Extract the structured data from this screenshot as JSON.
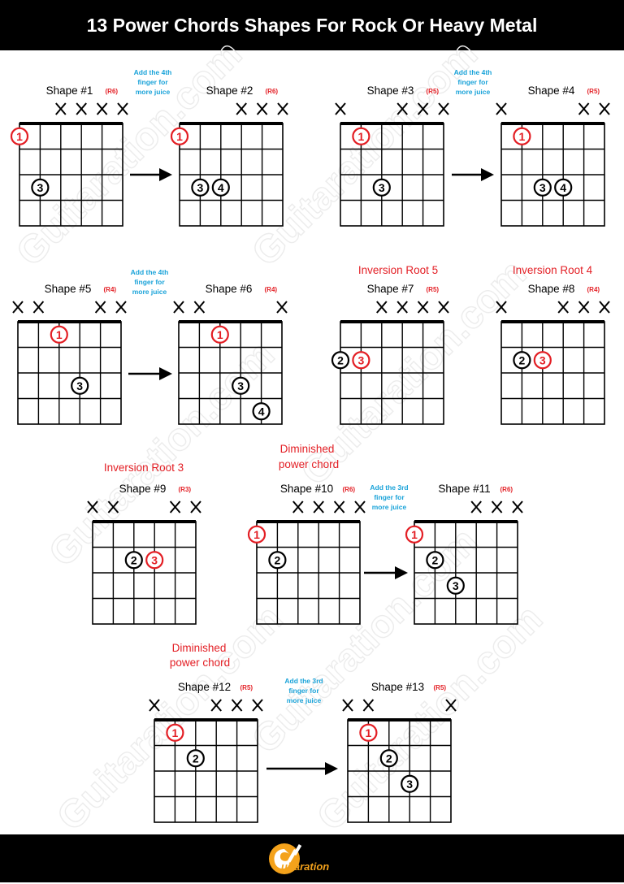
{
  "title": "13 Power Chords Shapes For Rock Or Heavy Metal",
  "watermark_text": "Guitaration.com",
  "logo": {
    "text": "uitaration",
    "name": "guitar-logo-icon"
  },
  "colors": {
    "red": "#e31e24",
    "blue": "#1aa3d9",
    "black": "#000000",
    "orange": "#f4a21b"
  },
  "notes": {
    "add4": [
      "Add the 4th",
      "finger for",
      "more juice"
    ],
    "add3": [
      "Add the 3rd",
      "finger for",
      "more juice"
    ]
  },
  "labels": {
    "inv5": "Inversion Root 5",
    "inv4": "Inversion Root 4",
    "inv3": "Inversion Root 3",
    "dim": [
      "Diminished",
      "power chord"
    ]
  },
  "shapes": [
    {
      "name": "Shape #1",
      "root": "(R6)",
      "mutes": [
        2,
        3,
        4,
        5
      ],
      "dots": [
        {
          "s": 0,
          "f": 1,
          "n": "1",
          "c": "red"
        },
        {
          "s": 1,
          "f": 3,
          "n": "3",
          "c": "black"
        }
      ]
    },
    {
      "name": "Shape #2",
      "root": "(R6)",
      "mutes": [
        3,
        4,
        5
      ],
      "dots": [
        {
          "s": 0,
          "f": 1,
          "n": "1",
          "c": "red"
        },
        {
          "s": 1,
          "f": 3,
          "n": "3",
          "c": "black"
        },
        {
          "s": 2,
          "f": 3,
          "n": "4",
          "c": "black"
        }
      ]
    },
    {
      "name": "Shape #3",
      "root": "(R5)",
      "mutes": [
        0,
        3,
        4,
        5
      ],
      "dots": [
        {
          "s": 1,
          "f": 1,
          "n": "1",
          "c": "red"
        },
        {
          "s": 2,
          "f": 3,
          "n": "3",
          "c": "black"
        }
      ]
    },
    {
      "name": "Shape #4",
      "root": "(R5)",
      "mutes": [
        0,
        4,
        5
      ],
      "dots": [
        {
          "s": 1,
          "f": 1,
          "n": "1",
          "c": "red"
        },
        {
          "s": 2,
          "f": 3,
          "n": "3",
          "c": "black"
        },
        {
          "s": 3,
          "f": 3,
          "n": "4",
          "c": "black"
        }
      ]
    },
    {
      "name": "Shape #5",
      "root": "(R4)",
      "mutes": [
        0,
        1,
        4,
        5
      ],
      "dots": [
        {
          "s": 2,
          "f": 1,
          "n": "1",
          "c": "red"
        },
        {
          "s": 3,
          "f": 3,
          "n": "3",
          "c": "black"
        }
      ]
    },
    {
      "name": "Shape #6",
      "root": "(R4)",
      "mutes": [
        0,
        1,
        5
      ],
      "dots": [
        {
          "s": 2,
          "f": 1,
          "n": "1",
          "c": "red"
        },
        {
          "s": 3,
          "f": 3,
          "n": "3",
          "c": "black"
        },
        {
          "s": 4,
          "f": 4,
          "n": "4",
          "c": "black"
        }
      ]
    },
    {
      "name": "Shape #7",
      "root": "(R5)",
      "mutes": [
        2,
        3,
        4,
        5
      ],
      "dots": [
        {
          "s": 0,
          "f": 2,
          "n": "2",
          "c": "black"
        },
        {
          "s": 1,
          "f": 2,
          "n": "3",
          "c": "red"
        }
      ]
    },
    {
      "name": "Shape #8",
      "root": "(R4)",
      "mutes": [
        0,
        3,
        4,
        5
      ],
      "dots": [
        {
          "s": 1,
          "f": 2,
          "n": "2",
          "c": "black"
        },
        {
          "s": 2,
          "f": 2,
          "n": "3",
          "c": "red"
        }
      ]
    },
    {
      "name": "Shape #9",
      "root": "(R3)",
      "mutes": [
        0,
        1,
        4,
        5
      ],
      "dots": [
        {
          "s": 2,
          "f": 2,
          "n": "2",
          "c": "black"
        },
        {
          "s": 3,
          "f": 2,
          "n": "3",
          "c": "red"
        }
      ]
    },
    {
      "name": "Shape #10",
      "root": "(R6)",
      "mutes": [
        2,
        3,
        4,
        5
      ],
      "dots": [
        {
          "s": 0,
          "f": 1,
          "n": "1",
          "c": "red"
        },
        {
          "s": 1,
          "f": 2,
          "n": "2",
          "c": "black"
        }
      ]
    },
    {
      "name": "Shape #11",
      "root": "(R6)",
      "mutes": [
        3,
        4,
        5
      ],
      "dots": [
        {
          "s": 0,
          "f": 1,
          "n": "1",
          "c": "red"
        },
        {
          "s": 1,
          "f": 2,
          "n": "2",
          "c": "black"
        },
        {
          "s": 2,
          "f": 3,
          "n": "3",
          "c": "black"
        }
      ]
    },
    {
      "name": "Shape #12",
      "root": "(R5)",
      "mutes": [
        0,
        3,
        4,
        5
      ],
      "dots": [
        {
          "s": 1,
          "f": 1,
          "n": "1",
          "c": "red"
        },
        {
          "s": 2,
          "f": 2,
          "n": "2",
          "c": "black"
        }
      ]
    },
    {
      "name": "Shape #13",
      "root": "(R5)",
      "mutes": [
        0,
        1,
        5
      ],
      "dots": [
        {
          "s": 1,
          "f": 1,
          "n": "1",
          "c": "red"
        },
        {
          "s": 2,
          "f": 2,
          "n": "2",
          "c": "black"
        },
        {
          "s": 3,
          "f": 3,
          "n": "3",
          "c": "black"
        }
      ]
    }
  ]
}
